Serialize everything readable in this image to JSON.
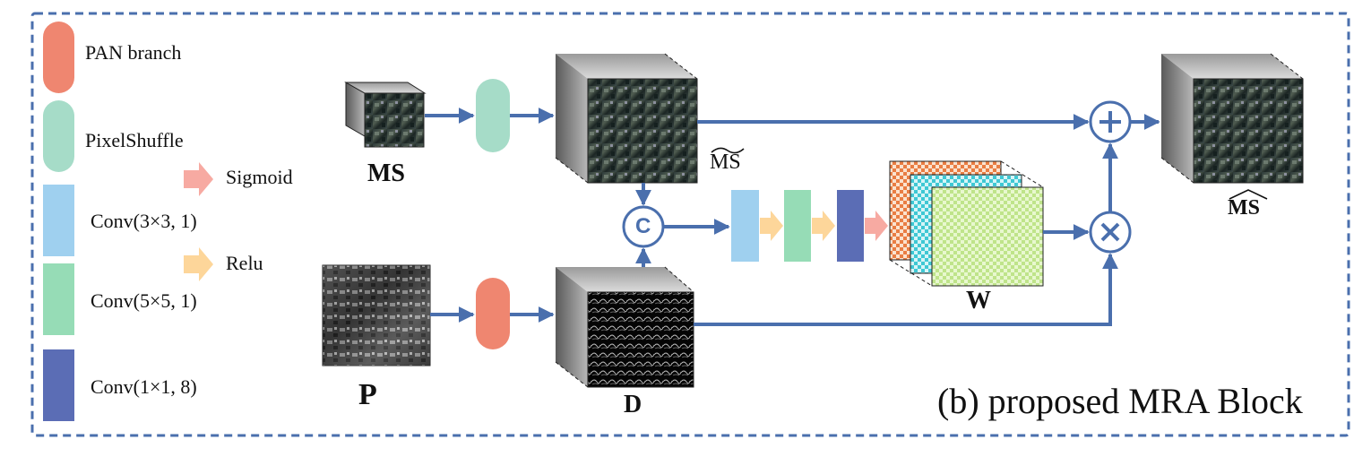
{
  "legend": {
    "pan_branch": "PAN branch",
    "pixelshuffle": "PixelShuffle",
    "sigmoid": "Sigmoid",
    "conv3": "Conv(3×3, 1)",
    "relu": "Relu",
    "conv5": "Conv(5×5, 1)",
    "conv1": "Conv(1×1, 8)"
  },
  "labels": {
    "ms": "MS",
    "ms_tilde": "MS",
    "ms_hat": "MS",
    "p": "P",
    "d": "D",
    "w": "W",
    "concat_symbol": "C",
    "caption": "(b) proposed MRA Block"
  },
  "colors": {
    "pan_branch": "#ef8670",
    "pixelshuffle": "#a6dcc8",
    "conv3": "#9fd0ef",
    "conv5": "#96dcb6",
    "conv1": "#5b6db5",
    "relu_arrow": "#fdd69a",
    "sigmoid_arrow": "#f7aaa2",
    "flow": "#4a6fad",
    "border": "#4a6fad",
    "w_orange": "#e97d43",
    "w_cyan": "#3fc8d4",
    "w_green": "#c8ec95"
  }
}
